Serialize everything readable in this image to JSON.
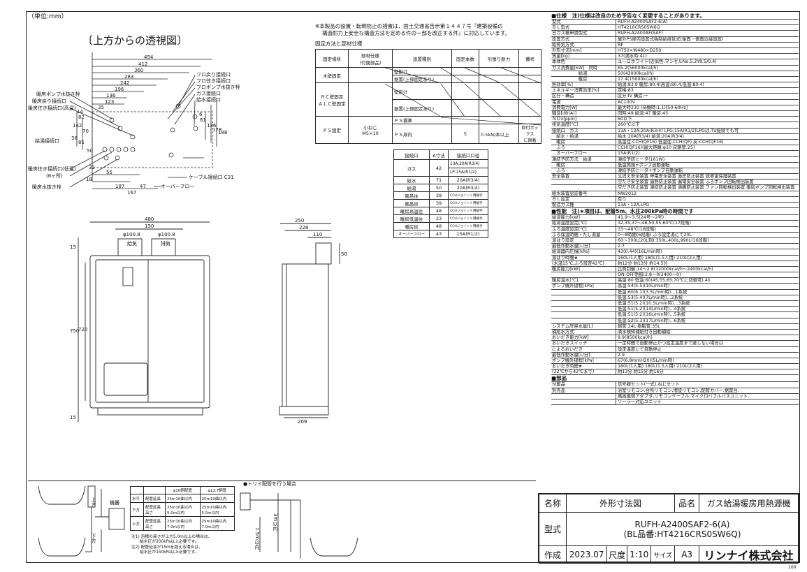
{
  "header": {
    "unit_label": "（単位:mm）",
    "view_title": "〔上方からの透視図〕",
    "note_line1": "※本製品の設置・転倒防止の措置は，国土交通省告示第１４４７号『建築設備の",
    "note_line2": "構造耐力上安全な構造方法を定める件の一部を改正する件』に対応しています。",
    "fix_title": "固定方法と部材仕様"
  },
  "fix_table": {
    "headers": [
      "固定場所",
      "部材仕様\n(付属部品)",
      "設置種別",
      "固定本数",
      "引張り耐力",
      "備考"
    ],
    "rows": [
      {
        "place": "木壁固定",
        "types": [
          "壁掛け",
          "据置(上部固定あり)"
        ]
      },
      {
        "place": "ＲＣ壁固定\nＡＬＣ壁固定",
        "types": [
          "壁掛け",
          "据置(上部固定あり)"
        ]
      },
      {
        "place": "ＰＳ固定",
        "member": "小ねじ\nM5×10",
        "types": [
          "ＰＳ標準",
          "ＰＳ扉内"
        ],
        "count": "5",
        "strength": "0.5kN/本以上",
        "note": "取付ボックス\nに固着"
      }
    ]
  },
  "conn_table": {
    "headers": [
      "接続口",
      "A寸法",
      "接続口口径"
    ],
    "rows": [
      [
        "ガス",
        "42",
        "13A:20A(R3/4)"
      ],
      [
        "",
        "",
        "LP:15A(R1/2)"
      ],
      [
        "給水",
        "71",
        "20A(R3/4)"
      ],
      [
        "給湯",
        "50",
        "20A(R3/4)"
      ],
      [
        "風呂往",
        "39",
        "CCHジョイント用継手"
      ],
      [
        "風呂戻",
        "39",
        "CCHジョイント用継手"
      ],
      [
        "暖房高温往",
        "48",
        "CCHジョイント用継手"
      ],
      [
        "暖房低温往",
        "23",
        "CCHジョイント用継手"
      ],
      [
        "暖房戻",
        "48",
        "CCHジョイント用継手"
      ],
      [
        "オーバーフロー",
        "43",
        "15A(R1/2)"
      ]
    ]
  },
  "top_view_labels": {
    "dims": [
      "454",
      "412",
      "360",
      "283",
      "242",
      "196",
      "136",
      "123",
      "35",
      "55",
      "187",
      "47",
      "167",
      "32",
      "18",
      "142",
      "38",
      "50",
      "136",
      "178",
      "188",
      "6",
      "61",
      "82",
      "70",
      "85",
      "14"
    ],
    "callouts": [
      "フロ戻り接続口",
      "フロ往き接続口",
      "フロポンプ水抜き栓",
      "ガス接続口",
      "給水接続口",
      "暖房ポンプ水抜き栓",
      "暖房戻り接続口",
      "暖房往き接続口(高温)",
      "給湯接続口",
      "暖房往き接続口(低温)",
      "(6ヶ所)",
      "暖房水抜き栓",
      "ケーブル接続口 C31",
      "オーバーフロー"
    ]
  },
  "front_view_labels": {
    "dims": [
      "480",
      "150",
      "φ100.8",
      "φ100.8",
      "給気",
      "排気",
      "750",
      "720",
      "15",
      "15"
    ]
  },
  "side_view_labels": {
    "dims": [
      "250",
      "228",
      "110",
      "50",
      "209"
    ]
  },
  "piping": {
    "headers": [
      "",
      "",
      "φ10銅配管",
      "φ12.7銅管"
    ],
    "rows": [
      [
        "水平",
        "配管延長",
        "25m10曲以内",
        "25m10曲以内"
      ],
      [
        "下方",
        "配管延長\n高さ",
        "25m10曲以内\n5.0m以内",
        "25m10曲以内\n5.0m以内"
      ],
      [
        "上方",
        "配管延長\n高さ",
        "25m10曲以内\n7.0m以内",
        "25m10曲以内\n7.0m以内"
      ]
    ],
    "notes": [
      "注1) 浴槽の高さが上方5.0m以上の場合は、",
      "給水圧が200kPa以上必要です。",
      "注2) 配管延長が15mを超える場合は、",
      "給水圧が150kPa以上必要です。"
    ],
    "trap_title": "●トリイ配管を行う場合",
    "labels": [
      "機器",
      "上方",
      "下方",
      "3m以内",
      "1.5m以内"
    ]
  },
  "spec": {
    "section1": "■仕様　注)仕様は改良のため予告なく変更することがあります。",
    "rows1": [
      [
        "型式",
        "RUFH-A2400SAF2-6(A)"
      ],
      [
        "ＢＬ型式",
        "HT4216CRS0SW6Q"
      ],
      [
        "日ガス検申請型式",
        "RUFH-A2400AF(SAF)"
      ],
      [
        "設置方式",
        "屋外PS扉内設置式強制給排気式(後面・側面近接設置)"
      ],
      [
        "給排気方式",
        "RF"
      ],
      [
        "外形寸法[mm]",
        "H750×W480×D250"
      ],
      [
        "質量[kg]",
        "37(満水時:41)"
      ],
      [
        "本体色",
        "ユーロホワイト(近似色:マンセルNo.5.2Y8.5/0.4)"
      ],
      [
        "ガス消費量[kW]　同時",
        "65.2(56000kcal/h)"
      ],
      [
        "　　　　　　給湯",
        "50(43000kcal/h)"
      ],
      [
        "　　　　　　暖房",
        "17.4(15000kcal/h)"
      ],
      [
        "熱効率[%]",
        "給湯:83.9 暖房:80.4(高温:80.4,低温:80.4)"
      ],
      [
        "エネルギー消費効率[%]",
        "定格:83"
      ],
      [
        "区分・構造",
        "区分:IV 構造:ー"
      ],
      [
        "電源",
        "AC100V"
      ],
      [
        "消費電力[W]",
        "最大時230 (待機時:1.1)[50-60Hz]"
      ],
      [
        "騒音[dB(A)]",
        "同時:49 給湯:47 暖房:45"
      ],
      [
        "ＮＯx[ppm]",
        "60以下"
      ],
      [
        "排気温度[℃]",
        "260℃以下"
      ],
      [
        "接続口　ガス",
        "13A・12A:20A(R3/4) LPG:15A(R1/2)LPGは,TU接続でも可"
      ],
      [
        "　給水・給湯",
        "給水:20A(R3/4) 給湯:20A(R3/4)"
      ],
      [
        "　暖房",
        "高温往:CCH(QF16) 低温往:CCH(QF) 戻:CCH(QF16)"
      ],
      [
        "　ふろ",
        "CCH(QF16)(最大距離:φ10 戻路管:25)"
      ],
      [
        "　オーバーフロー",
        "15A(R1/2)"
      ],
      [
        "凍結予防方法　給湯",
        "凍結予防ヒータ(161W)"
      ],
      [
        "　暖房",
        "低温燃焼+ポンプ自動運転"
      ],
      [
        "　ふろ",
        "凍結予防ヒータ+ポンプ自動運転"
      ],
      [
        "安全装置",
        "立消え安全装置 停電安全装置 過圧防止装置 誘導雷保護装置"
      ],
      [
        "",
        "空だき安全装置 過熱防止装置 漏電安全装置 ふろポンプ回転検出装置"
      ],
      [
        "",
        "空だき防止装置 凍結防止装置 沸騰防止装置 ファン回転検出装置 暖房ポンプ回転検出装置"
      ],
      [
        "給水装置認証番号",
        "NW2012"
      ],
      [
        "ＢＬ認定",
        "有り"
      ],
      [
        "製造ガス種",
        "13A・12A,LPG"
      ]
    ],
    "section2": "■性能　注)★項目は、配管5m、水圧200kPa時の時間です",
    "rows2": [
      [
        "給湯能力[kW]",
        "41.9〜3.5(24号〜2号)"
      ],
      [
        "給湯温度設定[℃]",
        "32,35,37〜48,50,55,60℃(17段階)"
      ],
      [
        "ふろ温度設定[℃]",
        "33〜48℃(16段階)"
      ],
      [
        "ふろ保温時間・たし湯量",
        "0〜8時間(6段階) ふろ設定湯にて20L"
      ],
      [
        "湯はり設定",
        "60〜300L(20L刻),350L,400L,990L(16段階)"
      ],
      [
        "最低作動水量[L/分]",
        "2.7"
      ],
      [
        "給湯器内圧損[kPa]",
        "43(0.44)(16L/min時)"
      ],
      [
        "湯はり時間★",
        "160L(1人用) 180L(1.5人用) 210L(2人用)"
      ],
      [
        "(水温15℃,ふろ設定42℃)",
        "約12分 約13分 約14.5分"
      ],
      [
        "暖房能力[kW]",
        "比例制御:14〜2.8(12000kcal/h〜2400kcal/h)"
      ],
      [
        "",
        "ON-OFF制御:2.8〜0(2400〜0)"
      ],
      [
        "暖房温水[℃]",
        "高温:80 低温:60(45,55,65,70℃に切替可),40"
      ],
      [
        "ポンプ機外揚程[kPa]",
        "高温:54(5.5)(10L/min時)"
      ],
      [
        "",
        "低温:60(6.1)(3.5L/min時)…1系統"
      ],
      [
        "",
        "低温:53(5.4)(7L/min時)…2系統"
      ],
      [
        "",
        "低温:51(5.2)(10.5L/min時)…3系統"
      ],
      [
        "",
        "低温:51(5.2)(14L/min時)…4系統"
      ],
      [
        "",
        "低温:51(5.2)(16L/min時)…5系統"
      ],
      [
        "",
        "低温:52(5.3)(17L/min時)…6系統"
      ],
      [
        "システム許容水量[L]",
        "銅管:24L 樹脂管:35L"
      ],
      [
        "補給水方式",
        "満水検知補給付き自動補給"
      ],
      [
        "おいだき能力[kW]",
        "9.9(8500kcal/h)"
      ],
      [
        "おいだきスイッチ",
        "一定時間で自動停止かつ設定温度まで達しない場合は"
      ],
      [
        "によるおいだき",
        "設定温度にて自動停止"
      ],
      [
        "最低作動水量[L/分]",
        "2.9"
      ],
      [
        "ポンプ機外揚程[kPa]",
        "67(6.8mmH20)(5L/min時)"
      ],
      [
        "おいだき時間★",
        "160L(1人用) 180L(1.5人用) 210L(2人用)"
      ],
      [
        "(32℃から42℃まで)",
        "約13分 約15分 約16分"
      ]
    ],
    "section3": "■部品",
    "rows3": [
      [
        "付属品",
        "信号線セット(一式),ねじセット"
      ],
      [
        "別売品",
        "浴室リモコン,台所リモコン,増設リモコン,配管カバー,据置台,"
      ],
      [
        "",
        "風呂循環アダプタ,リモコンケーブル,マイクロバブルバスユニット,"
      ],
      [
        "",
        "ソーラー対応ユニット"
      ]
    ]
  },
  "title_block": {
    "name_label": "名称",
    "name_value": "外形寸法図",
    "product_label": "品名",
    "product_value": "ガス給湯暖房用熱源機",
    "model_label": "型式",
    "model_value1": "RUFH-A2400SAF2-6(A)",
    "model_value2": "(BL品番:HT4216CRS0SW6Q)",
    "made_label": "作成",
    "made_value": "2023.07",
    "scale_label": "尺度",
    "scale_value": "1:10",
    "size_label": "サイズ",
    "size_value": "A3",
    "company": "リンナイ株式会社",
    "page_no": "100"
  }
}
